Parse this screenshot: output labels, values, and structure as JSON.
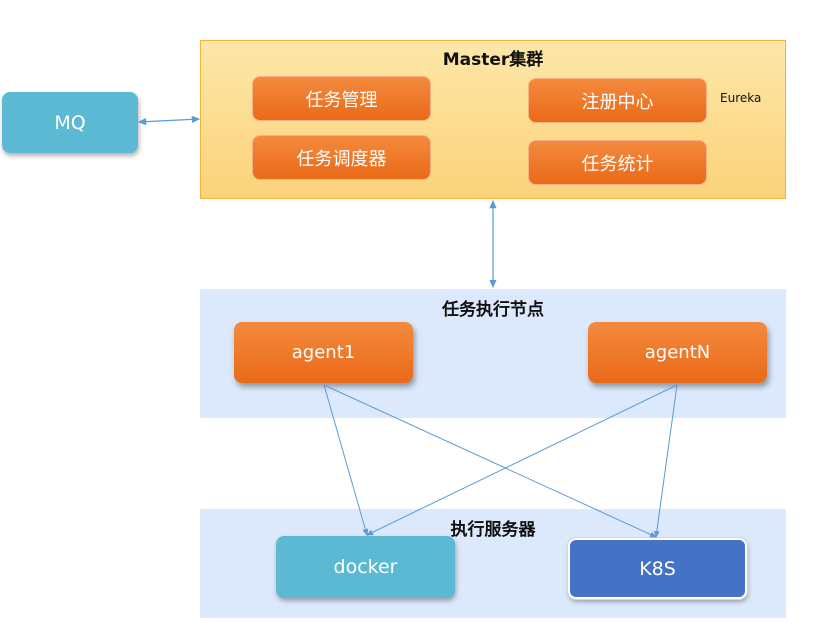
{
  "master": {
    "title": "Master集群",
    "boxes": [
      "任务管理",
      "任务调度器",
      "注册中心",
      "任务统计"
    ],
    "eureka_label": "Eureka"
  },
  "mq": {
    "label": "MQ"
  },
  "exec_nodes": {
    "title": "任务执行节点",
    "agents": [
      "agent1",
      "agentN"
    ]
  },
  "exec_servers": {
    "title": "执行服务器",
    "servers": [
      "docker",
      "K8S"
    ]
  },
  "colors": {
    "orange": "#ee7a2a",
    "cyan": "#5bb9d3",
    "blue": "#4472c4",
    "group_blue": "#dce8fb",
    "group_yellow": "#fcdc8c",
    "connector": "#5b9bd5"
  }
}
